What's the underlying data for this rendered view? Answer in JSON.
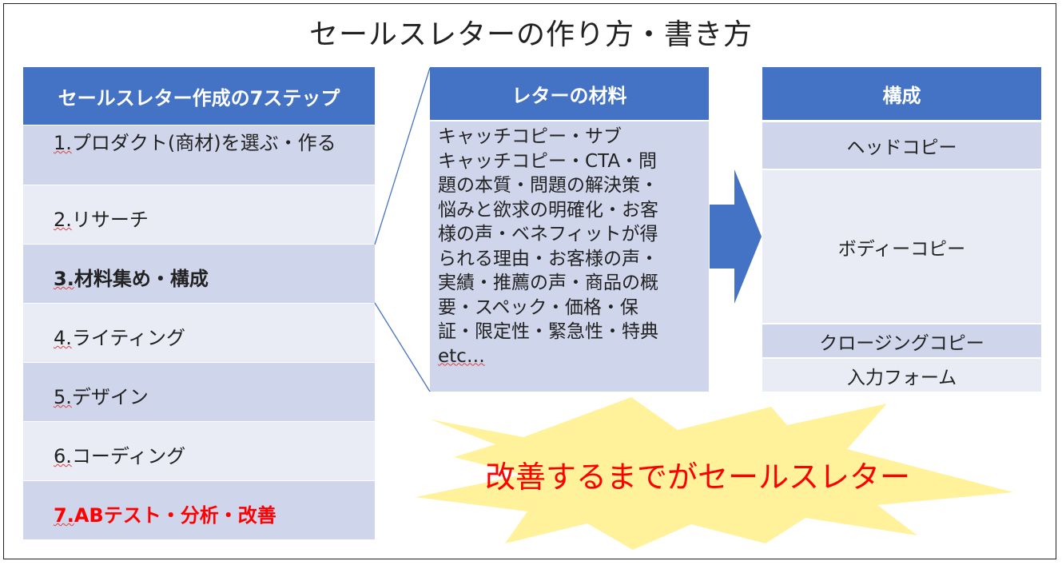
{
  "title": "セールスレターの作り方・書き方",
  "steps": {
    "header": "セールスレター作成の7ステップ",
    "items": [
      {
        "num": "1.",
        "label": "プロダクト(商材)を選ぶ・作る"
      },
      {
        "num": "2.",
        "label": "リサーチ"
      },
      {
        "num": "3.",
        "label": "材料集め・構成"
      },
      {
        "num": "4.",
        "label": "ライティング"
      },
      {
        "num": "5.",
        "label": "デザイン"
      },
      {
        "num": "6.",
        "label": "コーディング"
      },
      {
        "num": "7.",
        "label": "ABテスト・分析・改善"
      }
    ]
  },
  "materials": {
    "header": "レターの材料",
    "lines": [
      "キャッチコピー・サブ",
      "キャッチコピー・CTA・問",
      "題の本質・問題の解決策・",
      "悩みと欲求の明確化・お客",
      "様の声・ベネフィットが得",
      "られる理由・お客様の声・",
      "実績・推薦の声・商品の概",
      "要・スペック・価格・保",
      "証・限定性・緊急性・特典",
      "etc…"
    ]
  },
  "structure": {
    "header": "構成",
    "items": [
      "ヘッドコピー",
      "ボディーコピー",
      "クロージングコピー",
      "入力フォーム"
    ]
  },
  "callout": "改善するまでがセールスレター",
  "colors": {
    "header_blue": "#4472c4",
    "row_dark": "#cfd5ea",
    "row_light": "#e9ebf5",
    "burst_fill": "#fff29a",
    "accent_red": "#ff0000"
  }
}
